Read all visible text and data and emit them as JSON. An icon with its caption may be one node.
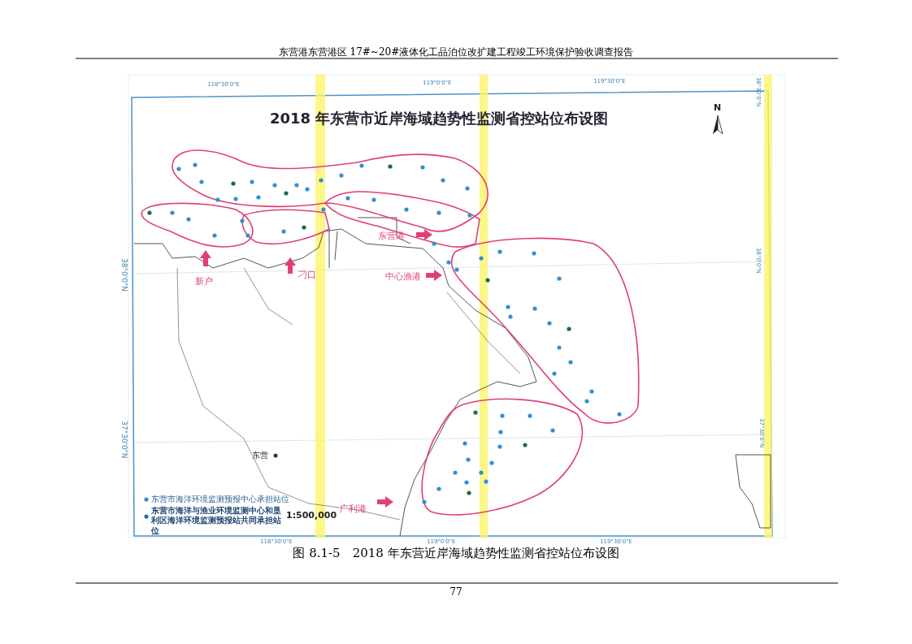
{
  "diagram": {
    "title": "2018 年东营市近岸海域趋势性监测省控站位布设图",
    "caption": "图 8.1-5　2018 年东营近岸海域趋势性监测省控站位布设图",
    "labels": [
      "东营港东营港区 17#~20#液体化工品泊位改扩建工程竣工环境保护验收调查报告",
      "118°30'0\"E",
      "119°0'0\"E",
      "119°30'0\"E",
      "38°30'0\"N",
      "新户",
      "刁口",
      "东营港",
      "中心渔港",
      "38°0'0\"N",
      "38°0'0\"N",
      "东营",
      "37°30'0\"N",
      "37°30'0\"N",
      "广利港",
      "1:500,000",
      "118°30'0\"E",
      "119°0'0\"E",
      "119°30'0\"E",
      "77",
      "N"
    ],
    "legend": [
      {
        "text": "东营市海洋环境监测预报中心承担站位",
        "color": "#2f8fd8"
      },
      {
        "text": "东营市海洋与渔业环境监测中心和垦利区海洋环境监测预报站共同承担站位",
        "color": "#1f6fb0"
      }
    ]
  }
}
